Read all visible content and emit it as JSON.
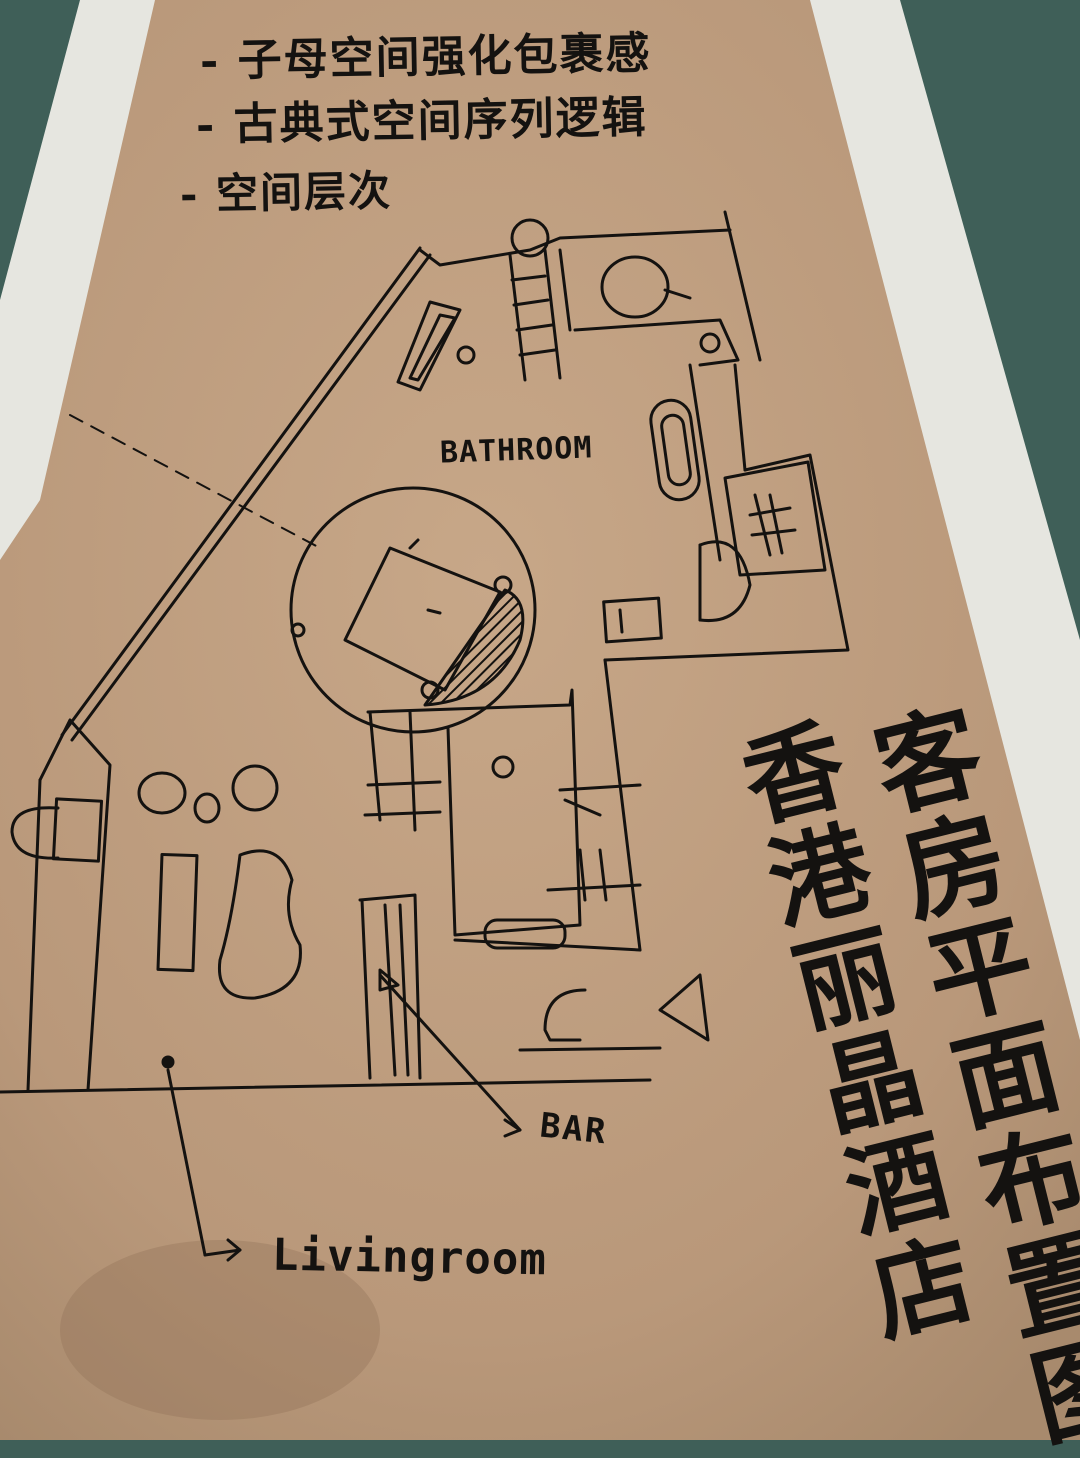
{
  "notes": [
    "- 子母空间强化包裹感",
    "- 古典式空间序列逻辑",
    "- 空间层次"
  ],
  "rooms": {
    "bathroom": "BATHROOM",
    "bar": "BAR",
    "living": "Livingroom"
  },
  "title_lines": {
    "line1": "香港丽晶酒店",
    "line2": "客房平面布置图"
  },
  "colors": {
    "kraft_paper": "#b9987a",
    "ink": "#141210",
    "desk": "#3f5f58",
    "white_sheet": "#e9e9e4"
  }
}
